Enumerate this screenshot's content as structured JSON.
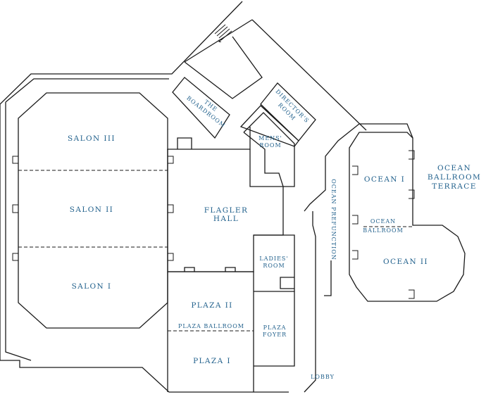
{
  "floor_plan": {
    "rooms": {
      "salon_3": "SALON III",
      "salon_2": "SALON II",
      "salon_1": "SALON I",
      "flagler_hall_1": "FLAGLER",
      "flagler_hall_2": "HALL",
      "plaza_2": "PLAZA II",
      "plaza_ballroom": "PLAZA BALLROOM",
      "plaza_1": "PLAZA I",
      "plaza_foyer_1": "PLAZA",
      "plaza_foyer_2": "FOYER",
      "ladies_room_1": "LADIES'",
      "ladies_room_2": "ROOM",
      "mens_room_1": "MENS'",
      "mens_room_2": "ROOM",
      "boardroom_1": "THE",
      "boardroom_2": "BOARDROOM",
      "directors_room_1": "DIRECTOR'S",
      "directors_room_2": "ROOM",
      "ocean_prefunction": "OCEAN PREFUNCTION",
      "ocean_1": "OCEAN I",
      "ocean_ballroom_1": "OCEAN",
      "ocean_ballroom_2": "BALLROOM",
      "ocean_2": "OCEAN II",
      "terrace_1": "OCEAN",
      "terrace_2": "BALLROOM",
      "terrace_3": "TERRACE",
      "lobby": "LOBBY"
    }
  }
}
